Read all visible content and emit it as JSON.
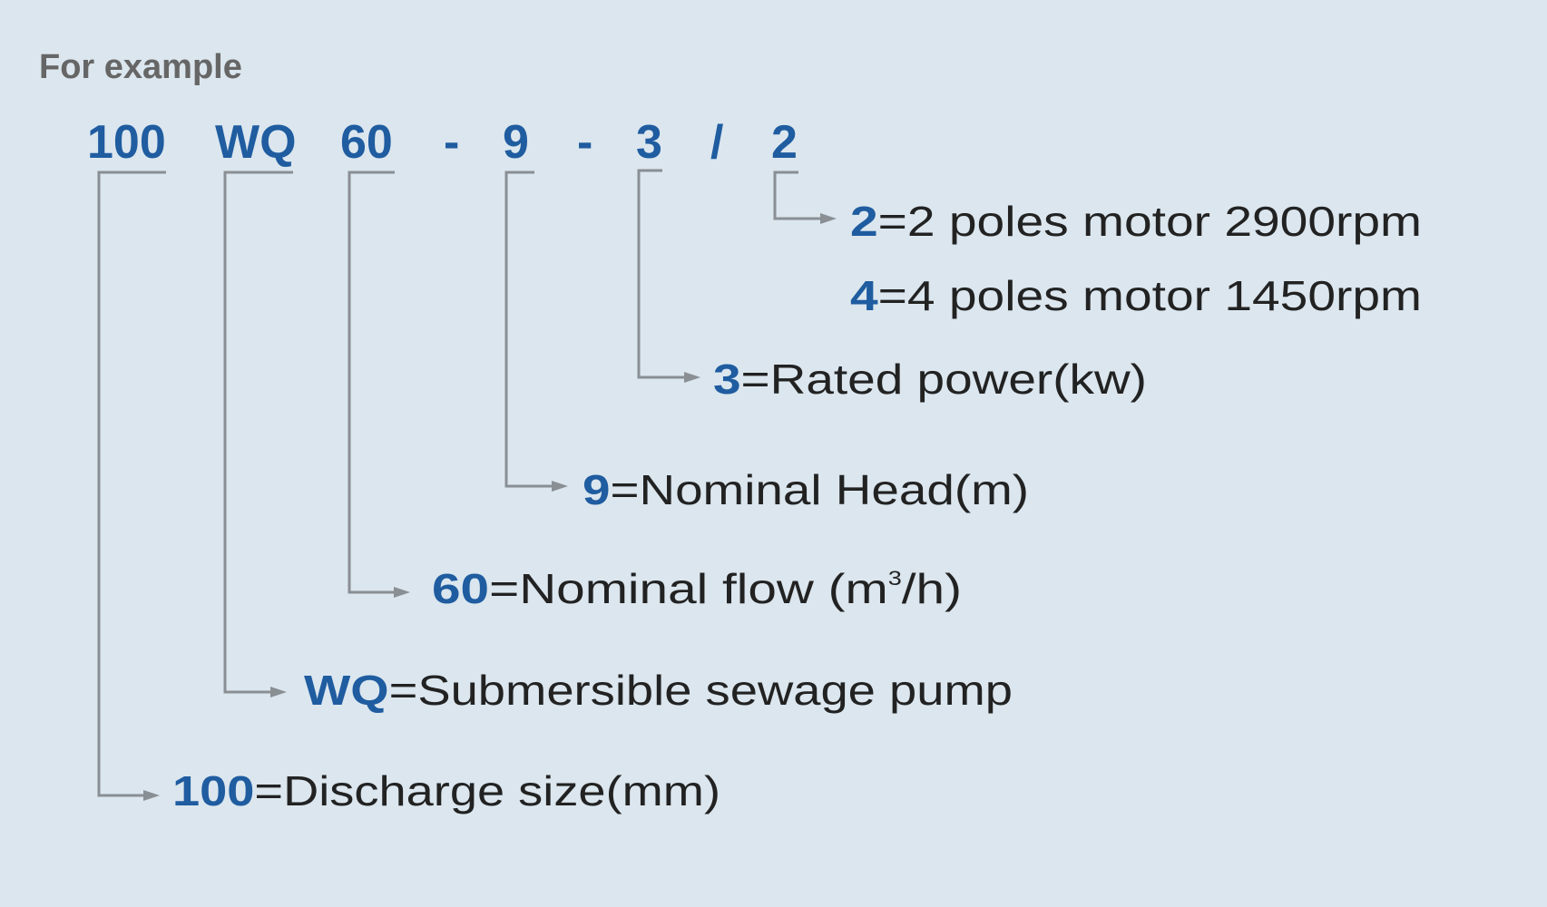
{
  "title": "For example",
  "code": [
    {
      "text": "100"
    },
    {
      "text": "WQ"
    },
    {
      "text": "60"
    },
    {
      "text": "-"
    },
    {
      "text": "9"
    },
    {
      "text": "-"
    },
    {
      "text": "3"
    },
    {
      "text": "/"
    },
    {
      "text": "2"
    }
  ],
  "labels": [
    {
      "key": "2",
      "rest": "=2 poles motor 2900rpm"
    },
    {
      "key": "4",
      "rest": "=4 poles motor 1450rpm"
    },
    {
      "key": "3",
      "rest": "=Rated power(kw)"
    },
    {
      "key": "9",
      "rest": "=Nominal Head(m)"
    },
    {
      "key": "60",
      "rest": "=Nominal flow (m",
      "sup": "3",
      "tail": "/h)"
    },
    {
      "key": "WQ",
      "rest": "=Submersible sewage pump"
    },
    {
      "key": "100",
      "rest": "=Discharge size(mm)"
    }
  ],
  "colors": {
    "accent": "#1f5ca0",
    "background": "#dbe6ee",
    "line": "#8a8f94",
    "text": "#222222"
  }
}
